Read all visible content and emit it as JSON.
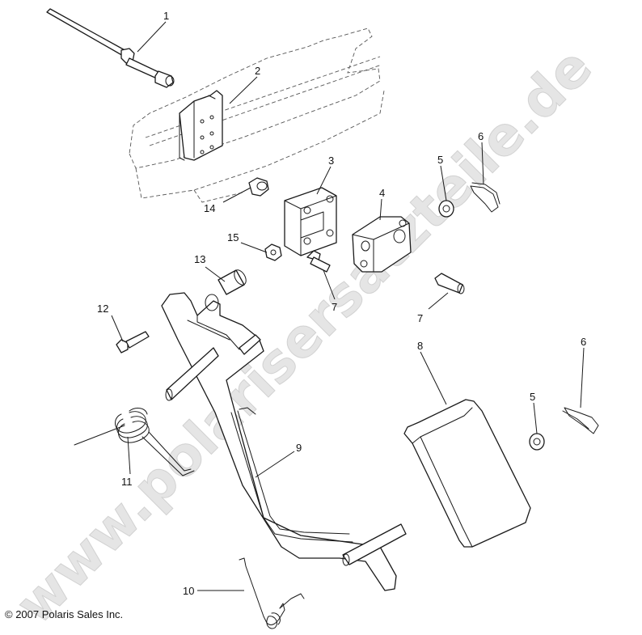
{
  "watermark": "www.polarisersatzteile.de",
  "copyright": "© 2007 Polaris Sales Inc.",
  "callouts": {
    "c1": "1",
    "c2": "2",
    "c3": "3",
    "c4": "4",
    "c5a": "5",
    "c5b": "5",
    "c6a": "6",
    "c6b": "6",
    "c7a": "7",
    "c7b": "7",
    "c8": "8",
    "c9": "9",
    "c10": "10",
    "c11": "11",
    "c12": "12",
    "c13": "13",
    "c14": "14",
    "c15": "15"
  }
}
